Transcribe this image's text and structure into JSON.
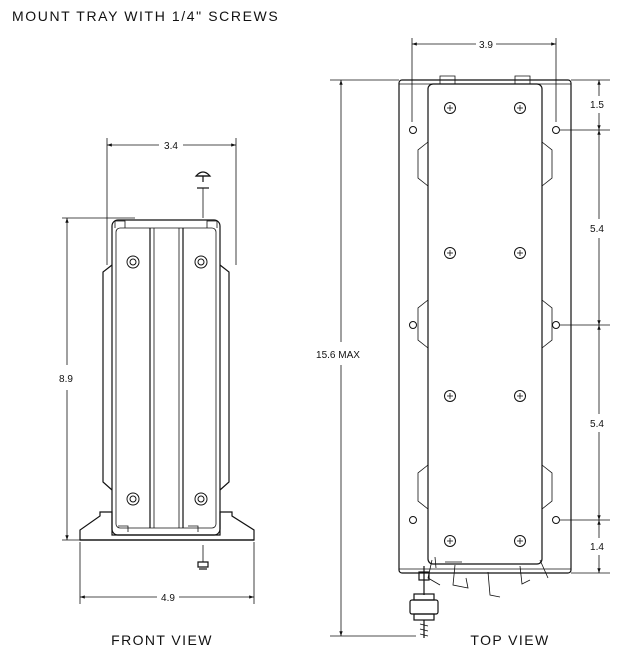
{
  "title": "MOUNT TRAY WITH 1/4\" SCREWS",
  "views": {
    "front": "FRONT VIEW",
    "top": "TOP VIEW"
  },
  "dimensions": {
    "front_top_width": "3.4",
    "front_height": "8.9",
    "front_base_width": "4.9",
    "top_width": "3.9",
    "top_length": "15.6 MAX",
    "seg_1": "1.5",
    "seg_2": "5.4",
    "seg_3": "5.4",
    "seg_4": "1.4"
  },
  "colors": {
    "line": "#111111",
    "background": "#ffffff"
  }
}
